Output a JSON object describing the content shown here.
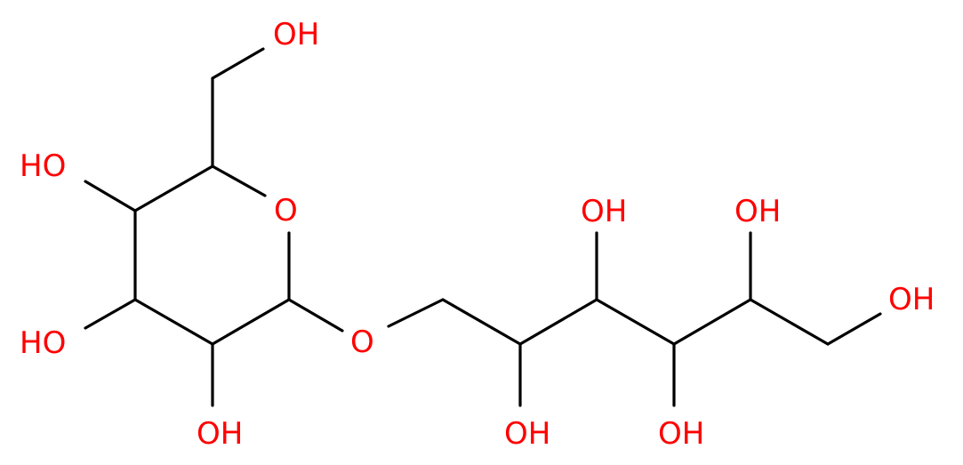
{
  "colors": {
    "bond": "#000000",
    "oxygen": "#ff0000",
    "background": "#ffffff"
  },
  "molecule": {
    "ring_oxygen": "O",
    "glycosidic_oxygen": "O",
    "hydroxyls": {
      "ring_ch2oh": "OH",
      "ring_c4": "HO",
      "ring_c3": "HO",
      "ring_c2": "OH",
      "chain_c2": "OH",
      "chain_c3": "OH",
      "chain_c4": "OH",
      "chain_c5": "OH",
      "chain_c6": "OH"
    }
  }
}
